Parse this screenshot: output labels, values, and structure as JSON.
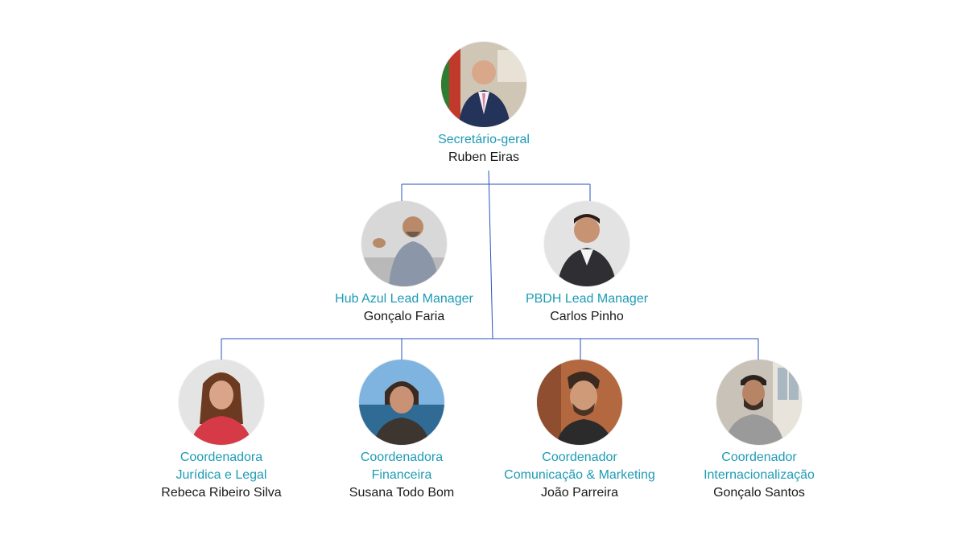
{
  "colors": {
    "role_text": "#1d9bb5",
    "name_text": "#1a1a1a",
    "connector_line": "#2a52be",
    "background": "#ffffff"
  },
  "top": {
    "role": "Secretário-geral",
    "name": "Ruben Eiras",
    "photo": "man-in-suit-with-flag-photo"
  },
  "middle": [
    {
      "role": "Hub Azul Lead Manager",
      "name": "Gonçalo Faria",
      "photo": "bearded-man-gesturing-photo"
    },
    {
      "role": "PBDH Lead Manager",
      "name": "Carlos Pinho",
      "photo": "smiling-man-in-blazer-photo"
    }
  ],
  "bottom": [
    {
      "role_line1": "Coordenadora",
      "role_line2": "Jurídica e Legal",
      "name": "Rebeca Ribeiro Silva",
      "photo": "woman-red-top-photo"
    },
    {
      "role_line1": "Coordenadora",
      "role_line2": "Financeira",
      "name": "Susana Todo Bom",
      "photo": "woman-by-sea-photo"
    },
    {
      "role_line1": "Coordenador",
      "role_line2": "Comunicação & Marketing",
      "name": "João Parreira",
      "photo": "smiling-bearded-man-photo"
    },
    {
      "role_line1": "Coordenador",
      "role_line2": "Internacionalização",
      "name": "Gonçalo Santos",
      "photo": "man-by-window-photo"
    }
  ]
}
